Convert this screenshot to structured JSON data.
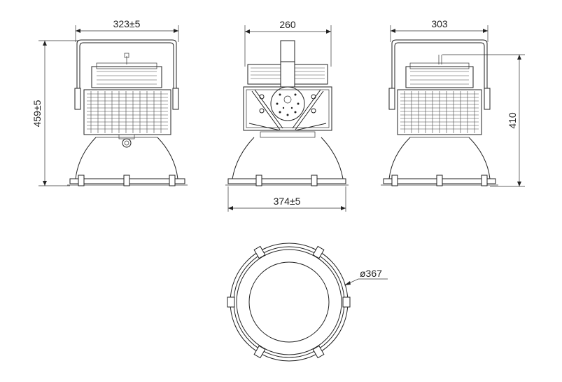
{
  "dimensions": {
    "front_width": "323±5",
    "side_width": "260",
    "rear_width": "303",
    "overall_height": "459±5",
    "body_height": "410",
    "shade_width": "374±5",
    "shade_diameter": "ø367"
  },
  "colors": {
    "line": "#222222",
    "background": "#ffffff"
  }
}
